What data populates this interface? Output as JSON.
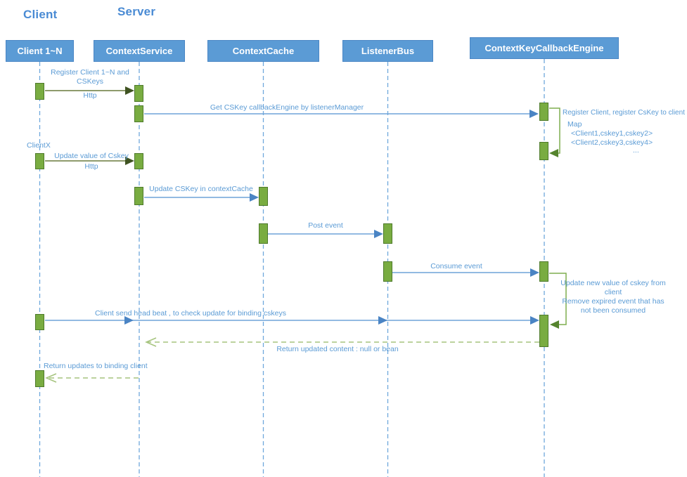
{
  "diagram": {
    "titles": {
      "client": "Client",
      "server": "Server"
    },
    "lifelines": [
      {
        "label": "Client 1~N"
      },
      {
        "label": "ContextService"
      },
      {
        "label": "ContextCache"
      },
      {
        "label": "ListenerBus"
      },
      {
        "label": "ContextKeyCallbackEngine"
      }
    ],
    "messages": {
      "register_line1": "Register Client 1~N and",
      "register_line2": "CSKeys",
      "register_protocol": "Http",
      "get_cskey": "Get CSKey callbackEngine by listenerManager",
      "clientx_label": "ClientX",
      "update_value": "Update value of Cskey",
      "update_protocol": "Http",
      "update_cache": "Update CSKey in contextCache",
      "post_event": "Post event",
      "consume_event": "Consume event",
      "heartbeat": "Client send head beat , to check update for binding cskeys",
      "return_content": "Return updated content : null or bean",
      "return_updates": "Return updates to binding client"
    },
    "notes": {
      "register_map": [
        "Register Client, register CsKey to client",
        "Map",
        "<Client1,cskey1,cskey2>",
        "<Client2,cskey3,cskey4>",
        "..."
      ],
      "update_note": [
        "Update new value of cskey from",
        "client",
        "Remove expired event that has",
        "not been consumed"
      ]
    },
    "colors": {
      "header_fill": "#5b9bd5",
      "header_border": "#4a86c5",
      "lifeline_dash": "#6fa8dc",
      "activation_fill": "#79ac41",
      "activation_border": "#4e7a2b",
      "arrow_blue": "#6fa3d8",
      "arrow_blue_head": "#4a84c4",
      "arrow_olive": "#8e9b6c",
      "arrow_olive_head": "#3f5321",
      "loop_green": "#7fae4e",
      "loop_green_head": "#55842e",
      "return_dash_green": "#a6c47e",
      "label_text": "#5b9bd5"
    }
  }
}
